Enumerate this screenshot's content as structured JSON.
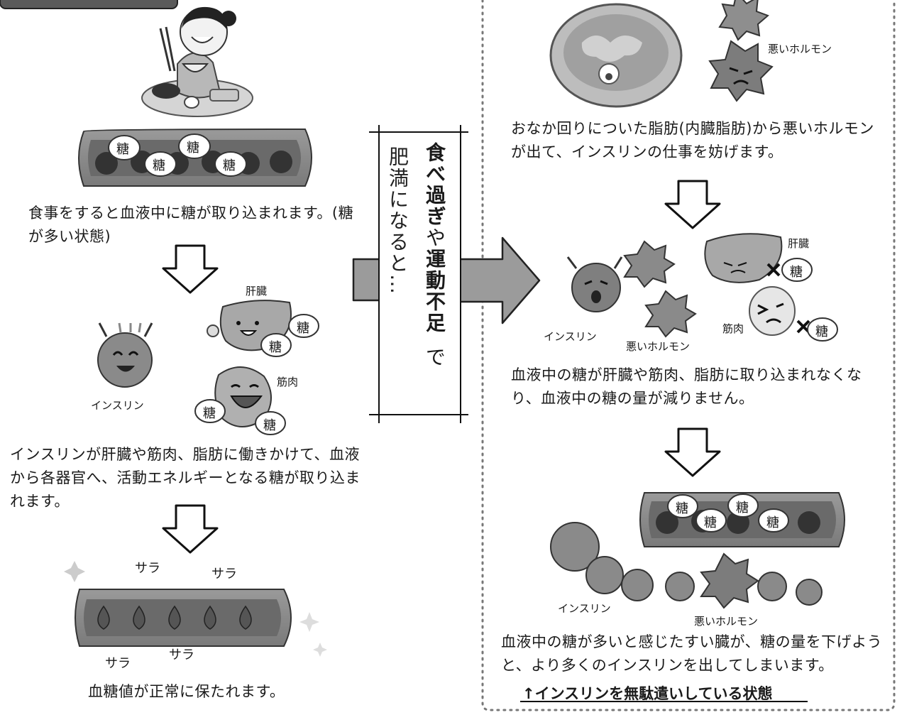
{
  "left_panel": {
    "step1_caption": "食事をすると血液中に糖が取り込まれます。(糖が多い状態)",
    "step1_sugar": [
      "糖",
      "糖",
      "糖",
      "糖"
    ],
    "step2_labels": {
      "liver": "肝臓",
      "muscle": "筋肉",
      "insulin": "インスリン"
    },
    "step2_sugar": [
      "糖",
      "糖",
      "糖",
      "糖"
    ],
    "step2_caption": "インスリンが肝臓や筋肉、脂肪に働きかけて、血液から各器官へ、活動エネルギーとなる糖が取り込まれます。",
    "step3_sara": [
      "サラ",
      "サラ",
      "サラ",
      "サラ"
    ],
    "step3_caption": "血糖値が正常に保たれます。"
  },
  "center_banner": {
    "bold_words": [
      "食べ過ぎ",
      "運動不足"
    ],
    "joiner": "や",
    "suffix": "で",
    "second_line": "肥満になると…"
  },
  "right_panel": {
    "bad_hormone_label": "悪いホルモン",
    "step1_caption": "おなか回りについた脂肪(内臓脂肪)から悪いホルモンが出て、インスリンの仕事を妨げます。",
    "step2_labels": {
      "liver": "肝臓",
      "muscle": "筋肉",
      "insulin": "インスリン",
      "bad_hormone": "悪いホルモン"
    },
    "step2_sugar": [
      "糖",
      "糖"
    ],
    "step2_caption": "血液中の糖が肝臓や筋肉、脂肪に取り込まれなくなり、血液中の糖の量が減りません。",
    "step3_sugar": [
      "糖",
      "糖",
      "糖",
      "糖"
    ],
    "step3_labels": {
      "insulin": "インスリン",
      "bad_hormone": "悪いホルモン"
    },
    "step3_caption": "血液中の糖が多いと感じたすい臓が、糖の量を下げようと、より多くのインスリンを出してしまいます。",
    "conclusion": "↑インスリンを無駄遣いしている状態"
  }
}
